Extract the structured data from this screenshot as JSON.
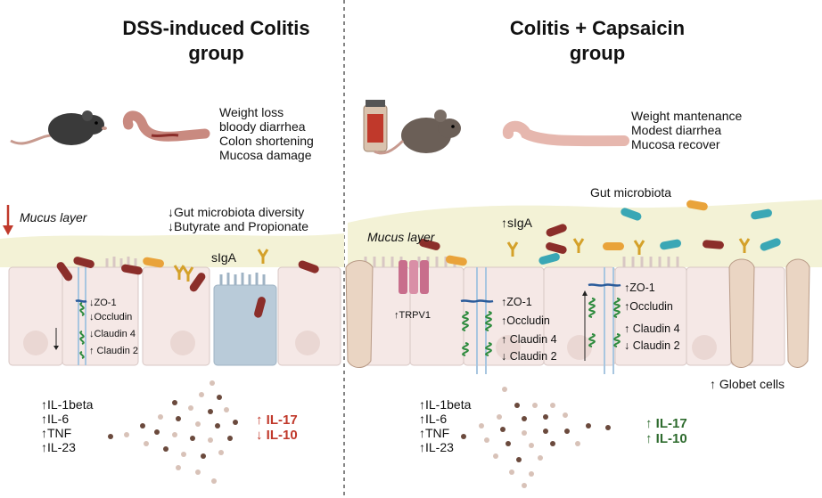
{
  "left": {
    "title_line1": "DSS-induced Colitis",
    "title_line2": "group",
    "symptoms": [
      "Weight loss",
      "bloody diarrhea",
      "Colon shortening",
      "Mucosa damage"
    ],
    "mucus_label": "Mucus layer",
    "microbiota_lines": [
      "↓Gut microbiota diversity",
      "↓Butyrate and Propionate"
    ],
    "siga_label": "sIgA",
    "junction_labels": [
      "↓ZO-1",
      "↓Occludin",
      "↓Claudin 4",
      "↑ Claudin  2"
    ],
    "cytokines": [
      "↑IL-1beta",
      "↑IL-6",
      "↑TNF",
      "↑IL-23"
    ],
    "il_changes": [
      "↑ IL-17",
      "↓ IL-10"
    ]
  },
  "right": {
    "title_line1": "Colitis + Capsaicin",
    "title_line2": "group",
    "symptoms": [
      "Weight mantenance",
      "Modest diarrhea",
      "Mucosa recover"
    ],
    "microbiota_label": "Gut microbiota",
    "mucus_label": "Mucus layer",
    "siga_label": "↑sIgA",
    "trpv1_label": "↑TRPV1",
    "junction_labels_a": [
      "↑ZO-1",
      "↑Occludin",
      "↑ Claudin 4",
      "↓ Claudin  2"
    ],
    "junction_labels_b": [
      "↑ZO-1",
      "↑Occludin",
      "↑ Claudin 4",
      "↓ Claudin  2"
    ],
    "goblet_label": "↑ Globet cells",
    "cytokines": [
      "↑IL-1beta",
      "↑IL-6",
      "↑TNF",
      "↑IL-23"
    ],
    "il_changes": [
      "↑ IL-17",
      "↑ IL-10"
    ]
  },
  "colors": {
    "mucus": "#f3f2d6",
    "cell": "#f5e8e6",
    "cell_border": "#d8c7c4",
    "down_red": "#c0392b",
    "up_green": "#2e6b2e",
    "bacteria_red": "#8b2e2a",
    "bacteria_teal": "#3aa7b5",
    "bacteria_orange": "#e9a33a"
  }
}
